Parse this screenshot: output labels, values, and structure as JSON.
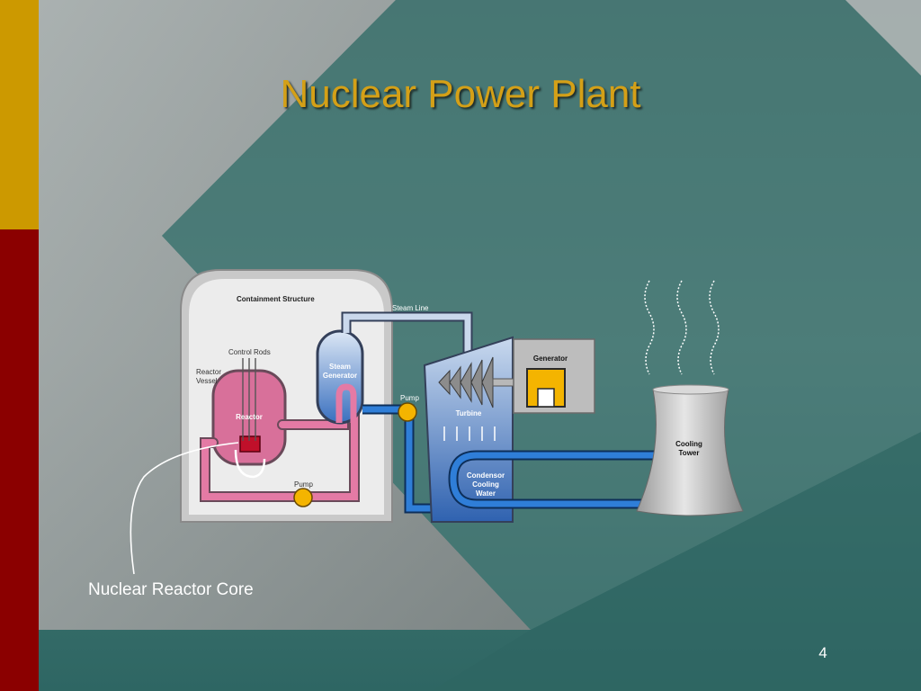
{
  "slide": {
    "title": "Nuclear Power Plant",
    "callout": "Nuclear Reactor Core",
    "page_number": "4"
  },
  "diagram": {
    "containment": "Containment Structure",
    "control_rods": "Control Rods",
    "reactor_vessel_l1": "Reactor",
    "reactor_vessel_l2": "Vessel",
    "reactor": "Reactor",
    "steam_generator_l1": "Steam",
    "steam_generator_l2": "Generator",
    "steam_line": "Steam Line",
    "pump_top": "Pump",
    "pump_bottom": "Pump",
    "turbine": "Turbine",
    "generator": "Generator",
    "condensor_l1": "Condensor",
    "condensor_l2": "Cooling",
    "condensor_l3": "Water",
    "cooling_tower_l1": "Cooling",
    "cooling_tower_l2": "Tower"
  },
  "colors": {
    "title": "#d4a017",
    "accent_gold": "#cc9900",
    "accent_maroon": "#8b0000",
    "teal_bg": "#3f6e6a",
    "gray_diamond": "#8c8c8c",
    "reactor_pink": "#d8709a",
    "pipe_blue": "#1a5d9a",
    "pump_yellow": "#f4b400"
  }
}
